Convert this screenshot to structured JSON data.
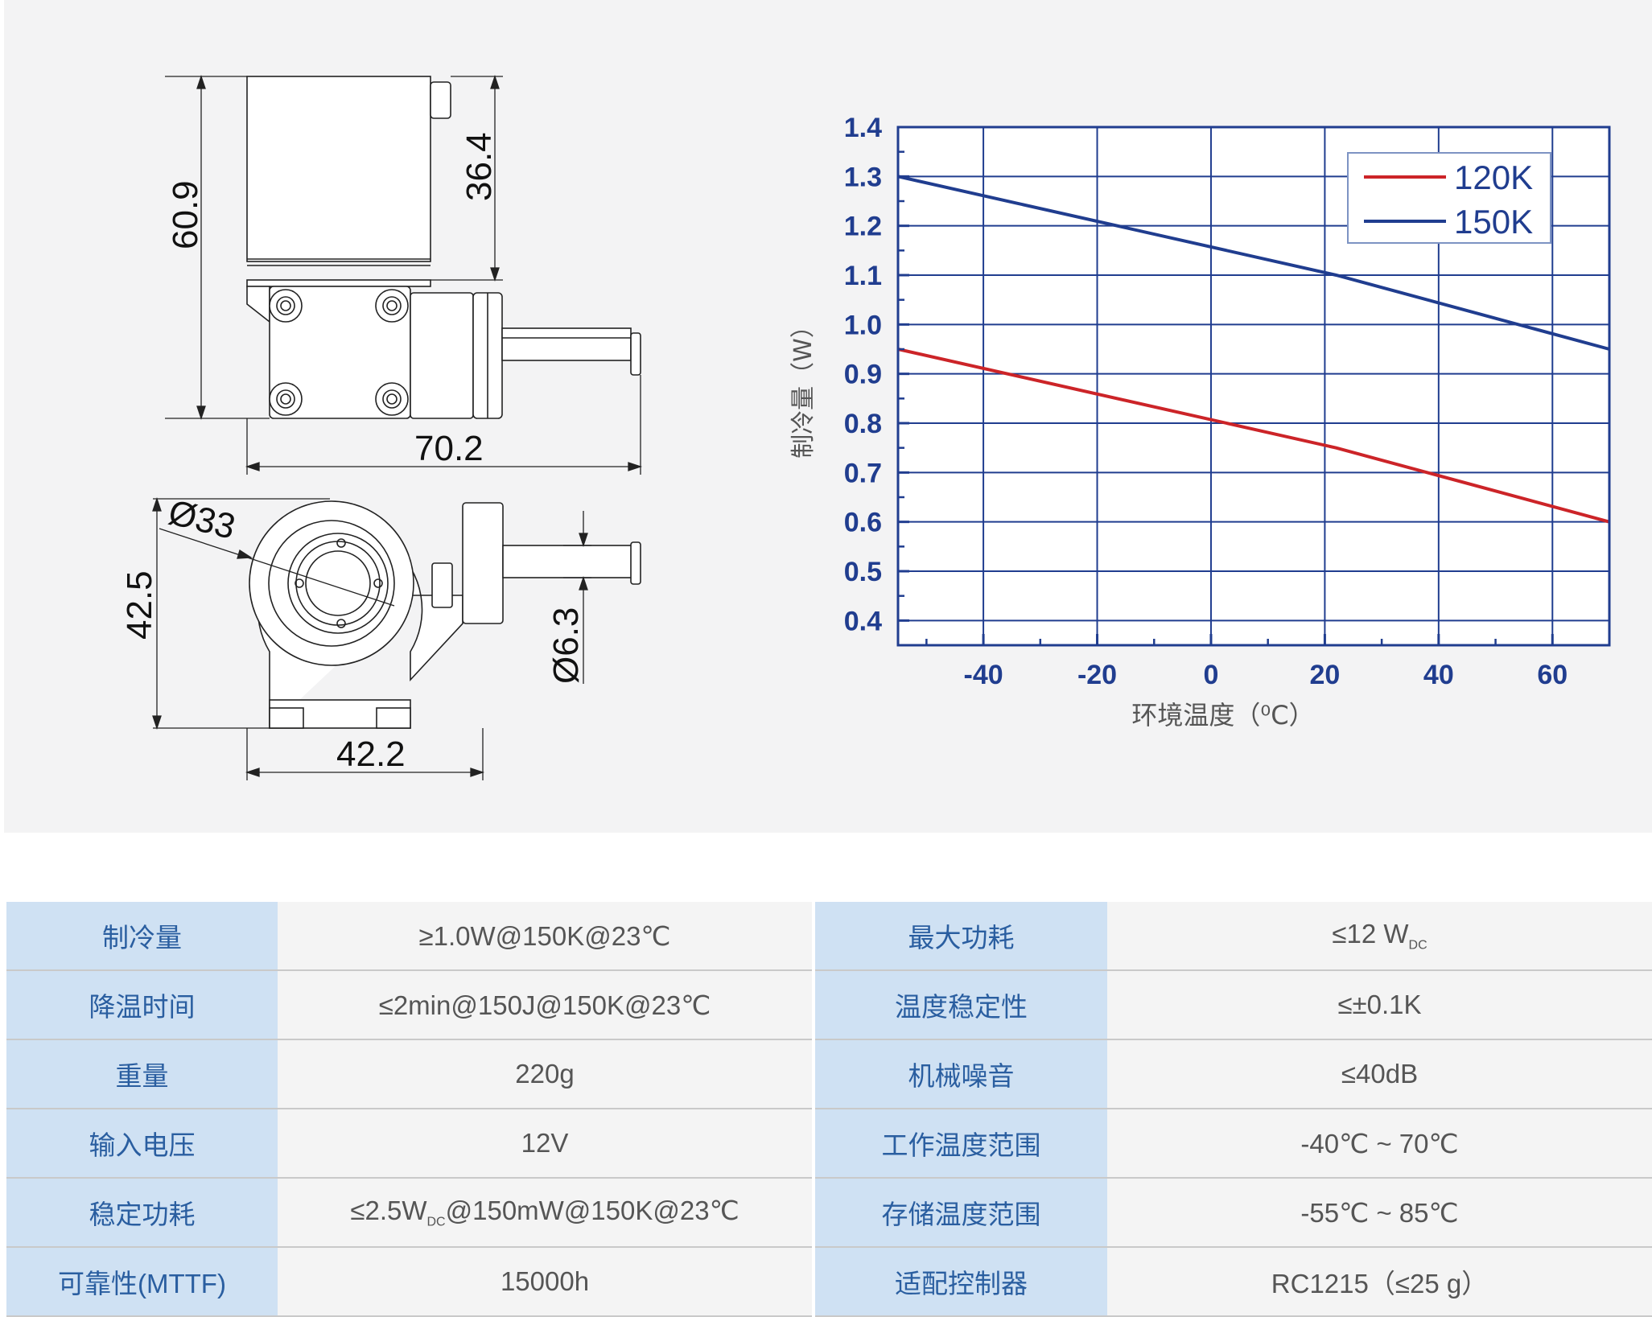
{
  "drawing": {
    "dims": {
      "height_total": "60.9",
      "height_top": "36.4",
      "length": "70.2",
      "diameter": "Ø33",
      "height_front": "42.5",
      "width_front": "42.2",
      "tube_diameter": "Ø6.3"
    }
  },
  "chart_data": {
    "type": "line",
    "xlabel": "环境温度（⁰C）",
    "ylabel": "制冷量（W）",
    "xlim": [
      -55,
      70
    ],
    "ylim": [
      0.35,
      1.4
    ],
    "x_ticks": [
      -40,
      -20,
      0,
      20,
      40,
      60
    ],
    "y_ticks": [
      0.4,
      0.5,
      0.6,
      0.7,
      0.8,
      0.9,
      1.0,
      1.1,
      1.2,
      1.3,
      1.4
    ],
    "y_tick_labels": [
      "0.4",
      "0.5",
      "0.6",
      "0.7",
      "0.8",
      "0.9",
      "1.0",
      "1.1",
      "1.2",
      "1.3",
      "1.4"
    ],
    "grid": true,
    "legend_position": "top-right",
    "series": [
      {
        "name": "120K",
        "color": "#cc2428",
        "x": [
          -55,
          22,
          70
        ],
        "y": [
          0.95,
          0.75,
          0.6
        ]
      },
      {
        "name": "150K",
        "color": "#203d8f",
        "x": [
          -55,
          22,
          70
        ],
        "y": [
          1.3,
          1.1,
          0.95
        ]
      }
    ]
  },
  "specs": {
    "rows": [
      {
        "label1": "制冷量",
        "value1": "≥1.0W@150K@23℃",
        "label2": "最大功耗",
        "value2": "≤12 W",
        "value2_sub": "DC"
      },
      {
        "label1": "降温时间",
        "value1": "≤2min@150J@150K@23℃",
        "label2": "温度稳定性",
        "value2": "≤±0.1K"
      },
      {
        "label1": "重量",
        "value1": "220g",
        "label2": "机械噪音",
        "value2": "≤40dB"
      },
      {
        "label1": "输入电压",
        "value1": "12V",
        "label2": "工作温度范围",
        "value2": "-40℃ ~ 70℃"
      },
      {
        "label1": "稳定功耗",
        "value1": "≤2.5W",
        "value1_sub": "DC",
        "value1_tail": "@150mW@150K@23℃",
        "label2": "存储温度范围",
        "value2": "-55℃ ~ 85℃"
      },
      {
        "label1": "可靠性(MTTF)",
        "value1": "15000h",
        "label2": "适配控制器",
        "value2": "RC1215（≤25 g）"
      }
    ]
  }
}
